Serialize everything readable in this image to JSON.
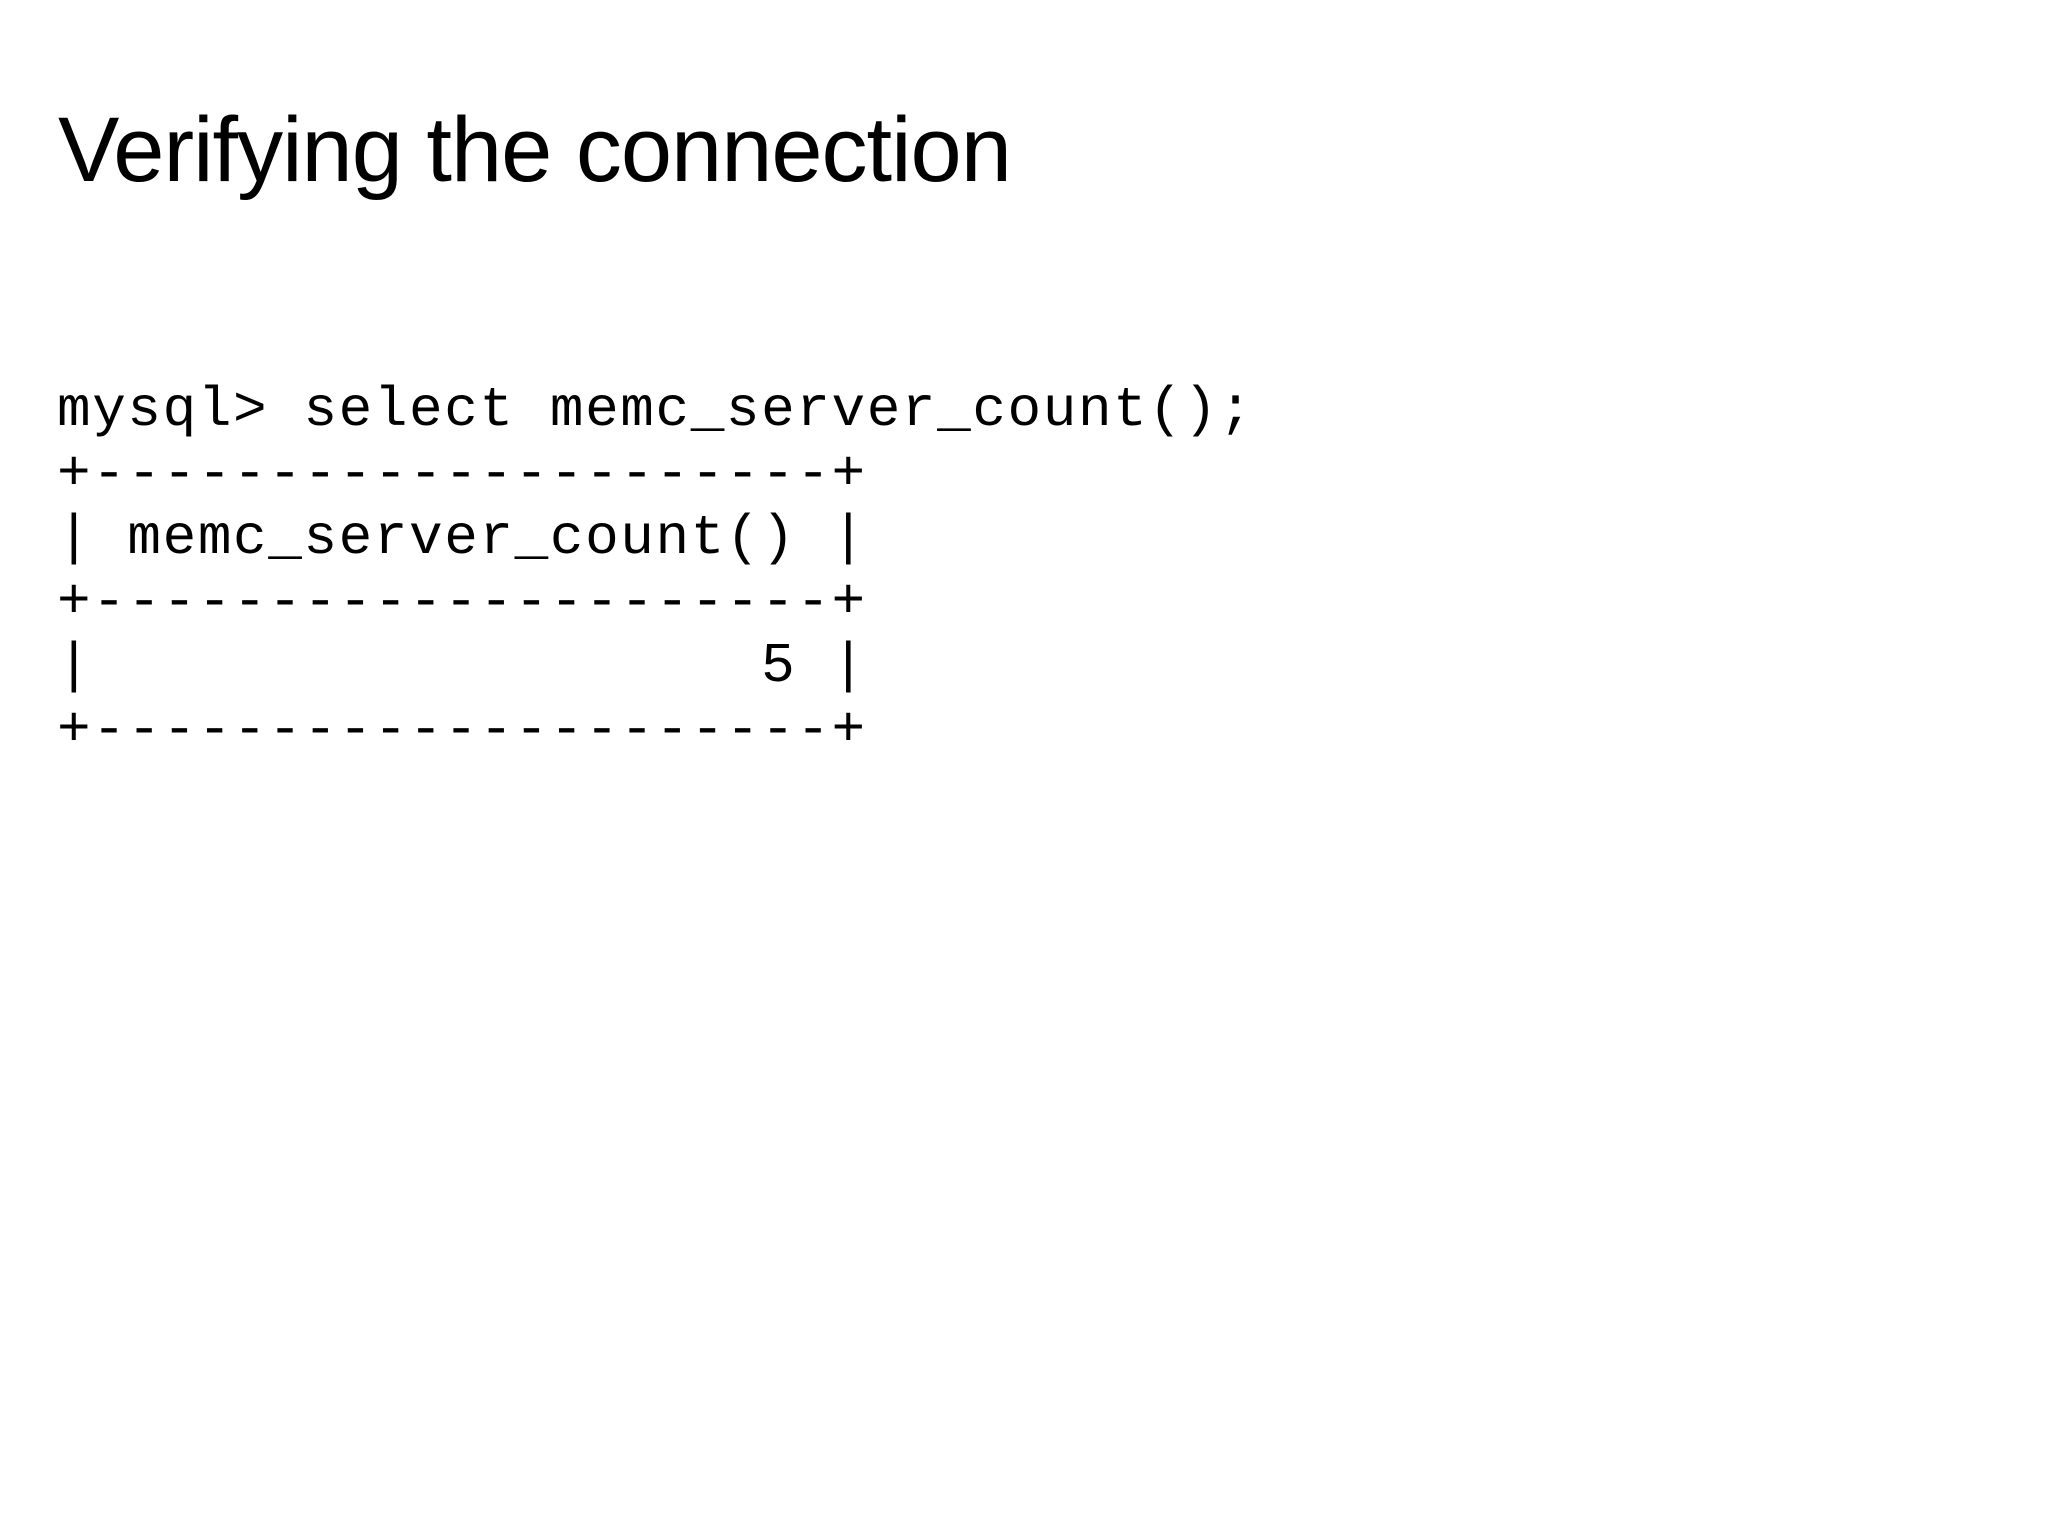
{
  "slide": {
    "background_color": "#ffffff",
    "text_color": "#000000",
    "title": "Verifying the connection"
  },
  "code_block": {
    "language": "mysql-console",
    "lines": [
      "mysql> select memc_server_count();",
      "+---------------------+",
      "| memc_server_count() |",
      "+---------------------+",
      "|                   5 |",
      "+---------------------+"
    ],
    "prompt": "mysql>",
    "statement": "select memc_server_count();",
    "result_table": {
      "columns": [
        "memc_server_count()"
      ],
      "rows": [
        [
          "5"
        ]
      ],
      "border_char": "+",
      "horizontal_char": "-",
      "vertical_char": "|"
    }
  }
}
